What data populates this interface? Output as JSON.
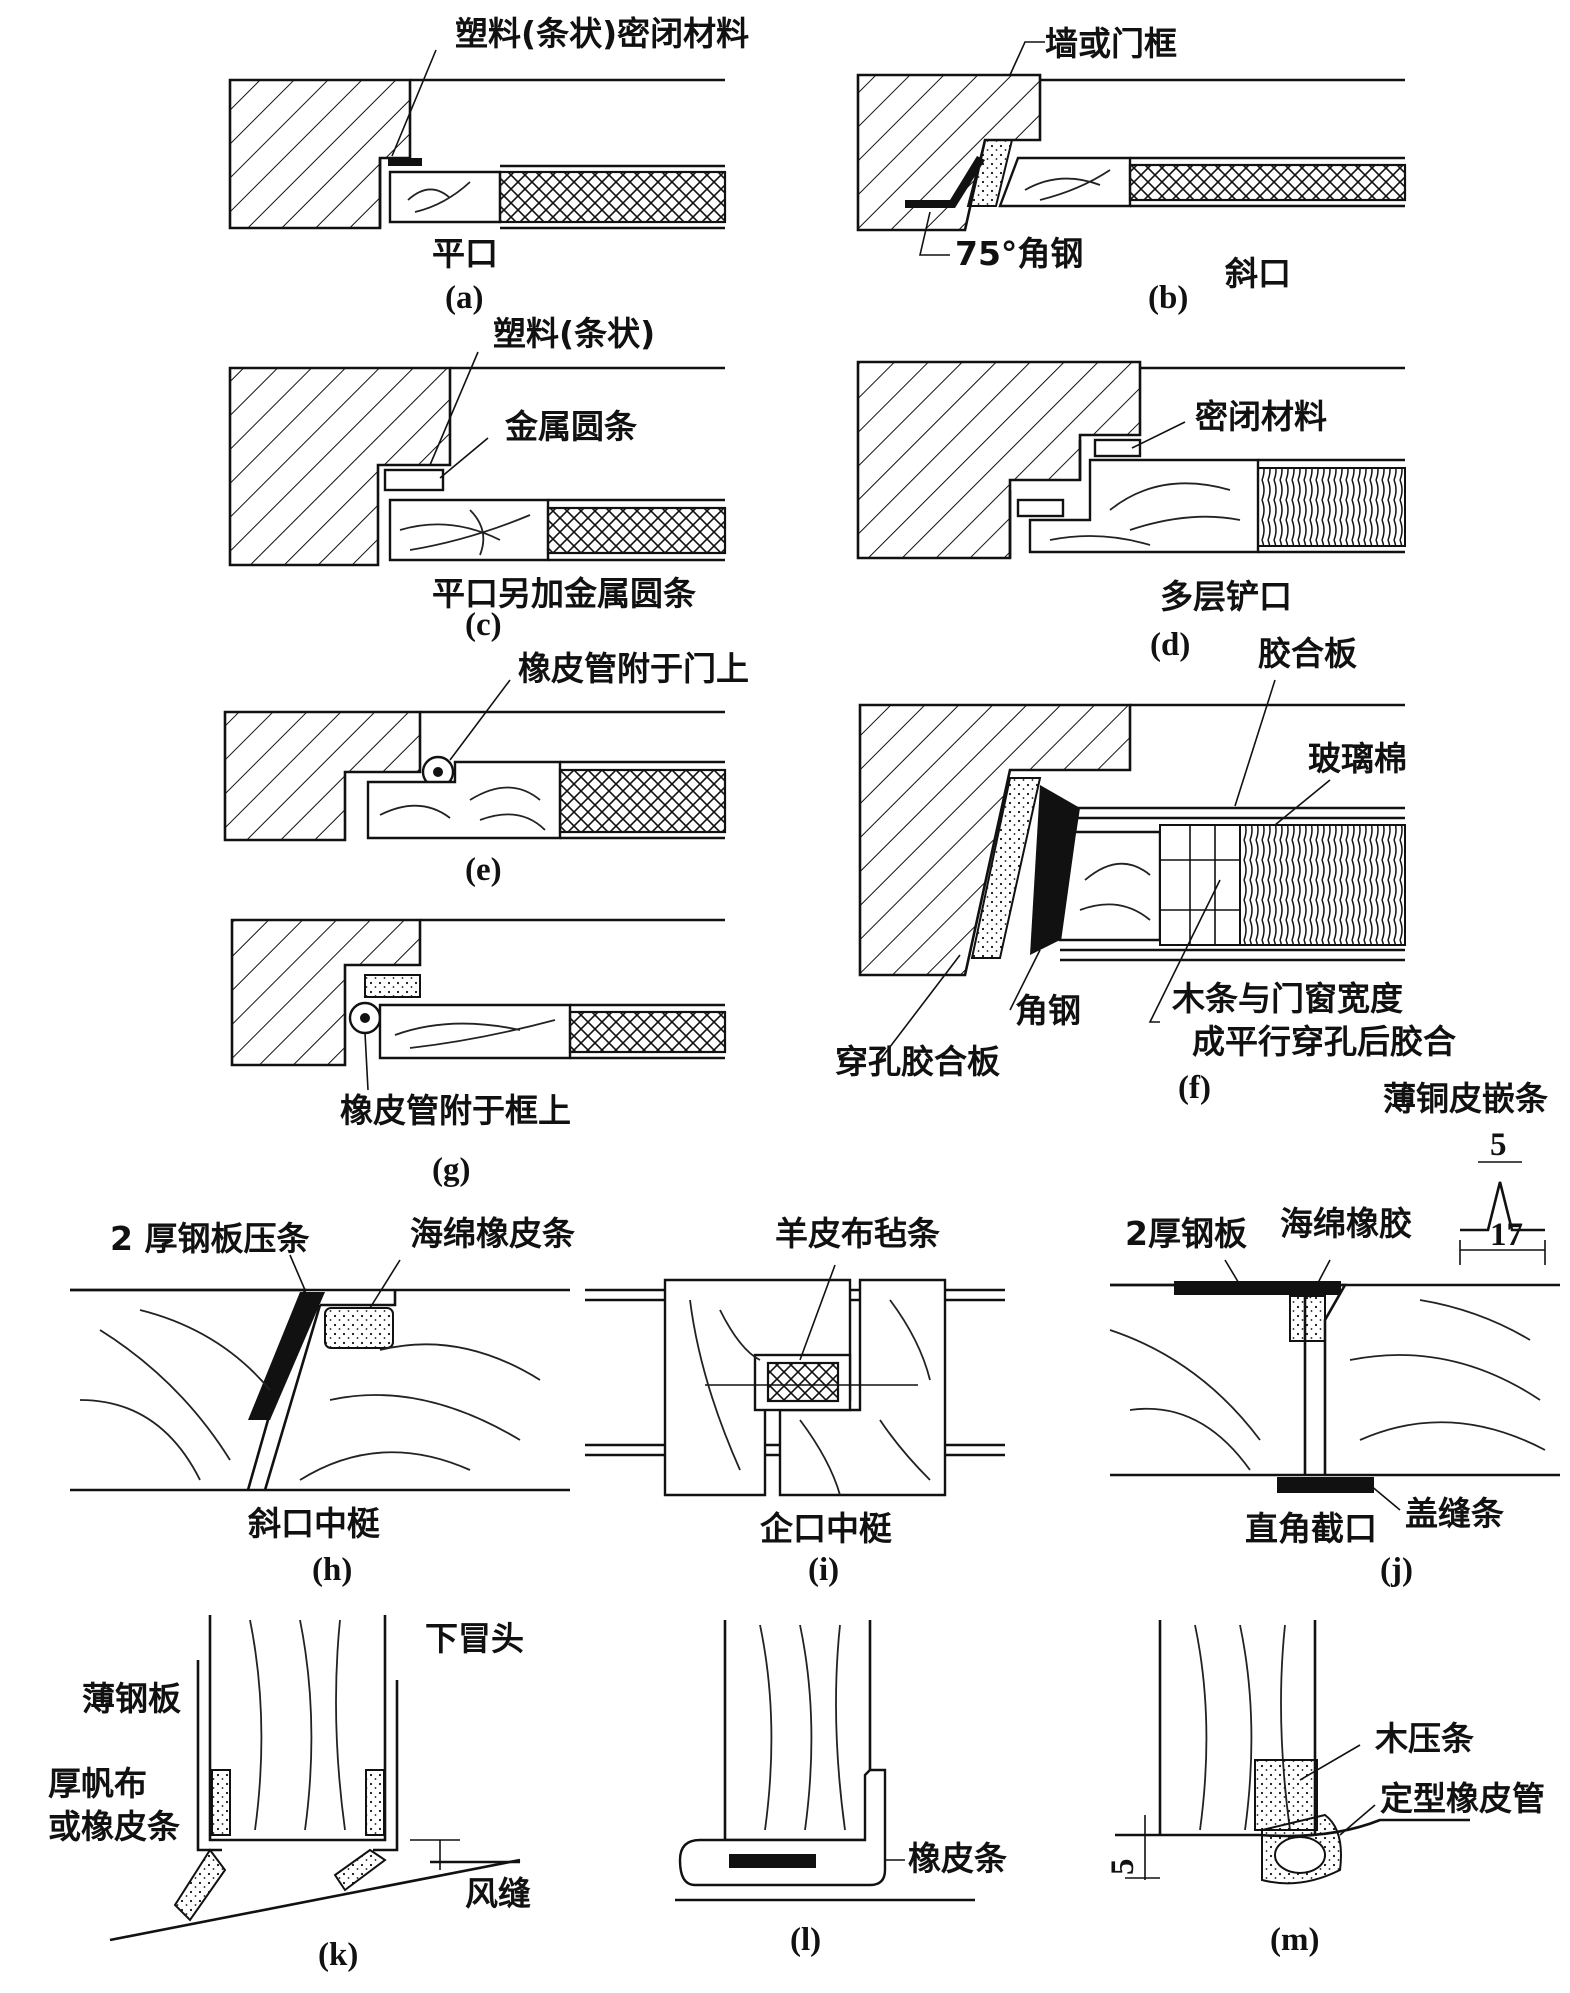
{
  "figures": {
    "a": {
      "caption": "(a)",
      "title": "平口",
      "labels": [
        "塑料(条状)密闭材料"
      ]
    },
    "b": {
      "caption": "(b)",
      "title": "斜口",
      "labels": [
        "墙或门框",
        "75°角钢"
      ]
    },
    "c": {
      "caption": "(c)",
      "title": "平口另加金属圆条",
      "labels": [
        "塑料(条状)",
        "金属圆条"
      ]
    },
    "d": {
      "caption": "(d)",
      "title": "多层铲口",
      "labels": [
        "密闭材料"
      ]
    },
    "e": {
      "caption": "(e)",
      "labels": [
        "橡皮管附于门上"
      ]
    },
    "f": {
      "caption": "(f)",
      "labels": [
        "胶合板",
        "玻璃棉",
        "角钢",
        "穿孔胶合板",
        "木条与门窗宽度",
        "成平行穿孔后胶合"
      ]
    },
    "g": {
      "caption": "(g)",
      "labels": [
        "橡皮管附于框上"
      ]
    },
    "h": {
      "caption": "(h)",
      "title": "斜口中梃",
      "labels": [
        "2 厚钢板压条",
        "海绵橡皮条"
      ]
    },
    "i": {
      "caption": "(i)",
      "title": "企口中梃",
      "labels": [
        "羊皮布毡条"
      ]
    },
    "j": {
      "caption": "(j)",
      "title": "直角截口",
      "labels": [
        "2厚钢板",
        "海绵橡胶",
        "盖缝条",
        "薄铜皮嵌条"
      ],
      "dims": [
        "5",
        "17"
      ]
    },
    "k": {
      "caption": "(k)",
      "labels": [
        "下冒头",
        "薄钢板",
        "厚帆布",
        "或橡皮条",
        "风缝"
      ]
    },
    "l": {
      "caption": "(l)",
      "labels": [
        "橡皮条"
      ]
    },
    "m": {
      "caption": "(m)",
      "labels": [
        "木压条",
        "定型橡皮管"
      ],
      "dims": [
        "5"
      ]
    }
  }
}
